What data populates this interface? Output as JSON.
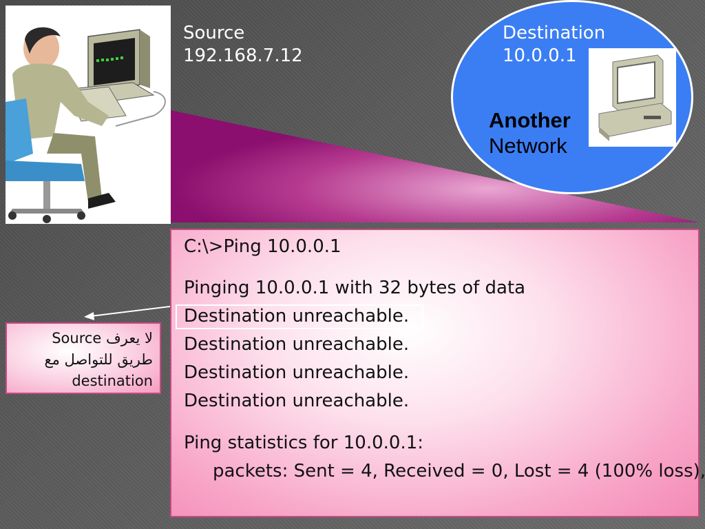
{
  "source": {
    "title": "Source",
    "ip": "192.168.7.12"
  },
  "destination": {
    "title": "Destination",
    "ip": "10.0.0.1",
    "network_bold": "Another",
    "network": "Network"
  },
  "terminal": {
    "lines": [
      "C:\\>Ping 10.0.0.1",
      "Pinging 10.0.0.1 with 32 bytes of data",
      "Destination unreachable.",
      "Destination unreachable.",
      "Destination unreachable.",
      "Destination unreachable.",
      "Ping statistics for 10.0.0.1:",
      "packets: Sent = 4, Received = 0, Lost = 4 (100% loss),"
    ]
  },
  "note": {
    "line1": "Source لا يعرف",
    "line2": "طريق للتواصل مع",
    "line3": "destination"
  },
  "colors": {
    "circle": "#3b7ef3",
    "wedge": "#a0167e",
    "panel": "#f8a6c8"
  },
  "icons": {
    "source": "person-at-computer-icon",
    "destination": "computer-icon"
  }
}
